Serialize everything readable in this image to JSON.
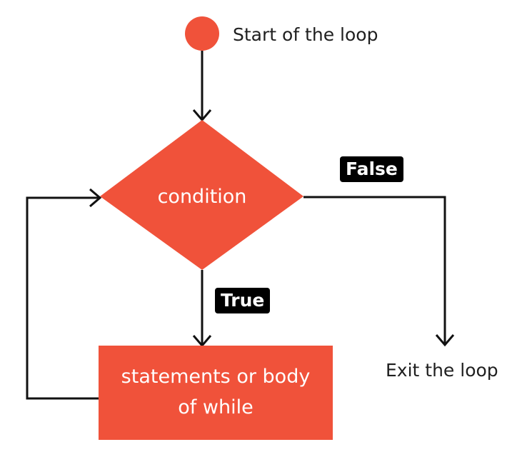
{
  "colors": {
    "node_fill": "#f0523a",
    "line": "#111111",
    "badge_background": "#000000",
    "badge_text": "#ffffff"
  },
  "nodes": {
    "start": {
      "label": "Start of the loop"
    },
    "condition": {
      "label": "condition"
    },
    "body": {
      "line1": "statements or body",
      "line2": "of while"
    },
    "exit": {
      "label": "Exit the loop"
    }
  },
  "edges": {
    "true_label": "True",
    "false_label": "False"
  }
}
